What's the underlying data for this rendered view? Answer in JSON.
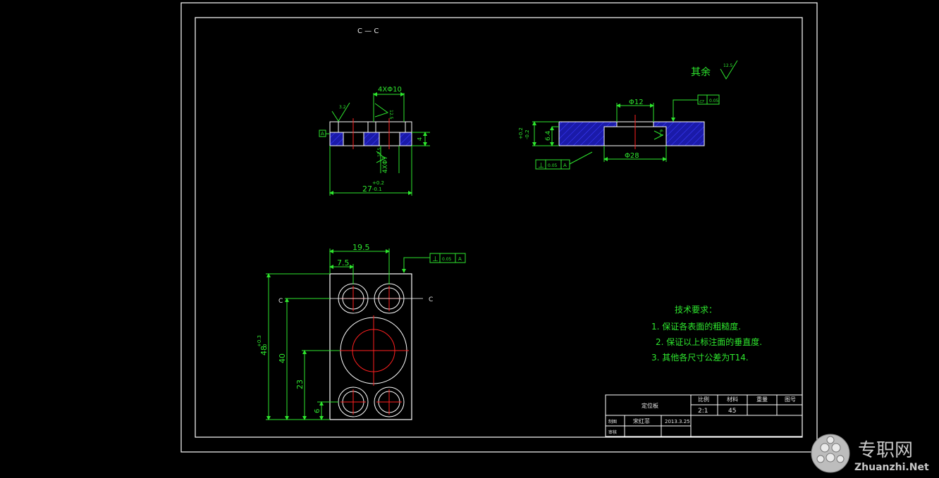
{
  "section_label": "C — C",
  "section_mark_left": "C",
  "section_mark_right": "C",
  "roughness_other_label": "其余",
  "roughness_other_value": "12.5",
  "left_view": {
    "hole_callout_top": "4XΦ10",
    "hole_callout_bottom": "4XΦ7",
    "roughness_left": "3.2",
    "roughness_right": "12.5",
    "roughness_bottom": "12.5",
    "width_dim": "27",
    "width_tol_upper": "+0.2",
    "width_tol_lower": "-0.1",
    "datum_left": "A",
    "depth_dim": "4"
  },
  "right_view": {
    "bore_dim": "Φ12",
    "outer_dim": "Φ28",
    "thickness_dim": "6.4",
    "thickness_tol_upper": "+0.2",
    "thickness_tol_lower": "-0.2",
    "flatness_symbol": "⏥",
    "flatness_value": "0.05",
    "perp_symbol": "⊥",
    "perp_value": "0.05",
    "perp_datum": "A",
    "roughness_bore": "6.3"
  },
  "plan_view": {
    "dim_19_5": "19.5",
    "dim_7_5": "7.5",
    "dim_48": "48",
    "dim_48_tol_upper": "+0.3",
    "dim_48_tol_lower": "0",
    "dim_40": "40",
    "dim_23": "23",
    "dim_6": "6",
    "perp_symbol": "⊥",
    "perp_value": "0.05",
    "perp_datum": "A"
  },
  "tech_requirements": {
    "title": "技术要求：",
    "items": [
      "1.  保证各表面的粗糙度.",
      "2.  保证以上标注面的垂直度.",
      "3.  其他各尺寸公差为T14."
    ]
  },
  "title_block": {
    "part_name": "定位板",
    "scale_header": "比例",
    "material_header": "材料",
    "weight_header": "重量",
    "drawing_no_header": "图号",
    "scale_value": "2:1",
    "material_value": "45",
    "drafter_label": "制图",
    "drafter_name": "宋红菲",
    "date": "2013.3.25",
    "reviewer_label": "审核"
  },
  "watermark": {
    "cn": "专职网",
    "en": "Zhuanzhi.Net"
  },
  "colors": {
    "background": "#000000",
    "border": "#ffffff",
    "dimension": "#2ee62e",
    "centerline": "#ff2020",
    "section_fill": "#1a1aa8",
    "watermark": "#c0c0c0"
  }
}
